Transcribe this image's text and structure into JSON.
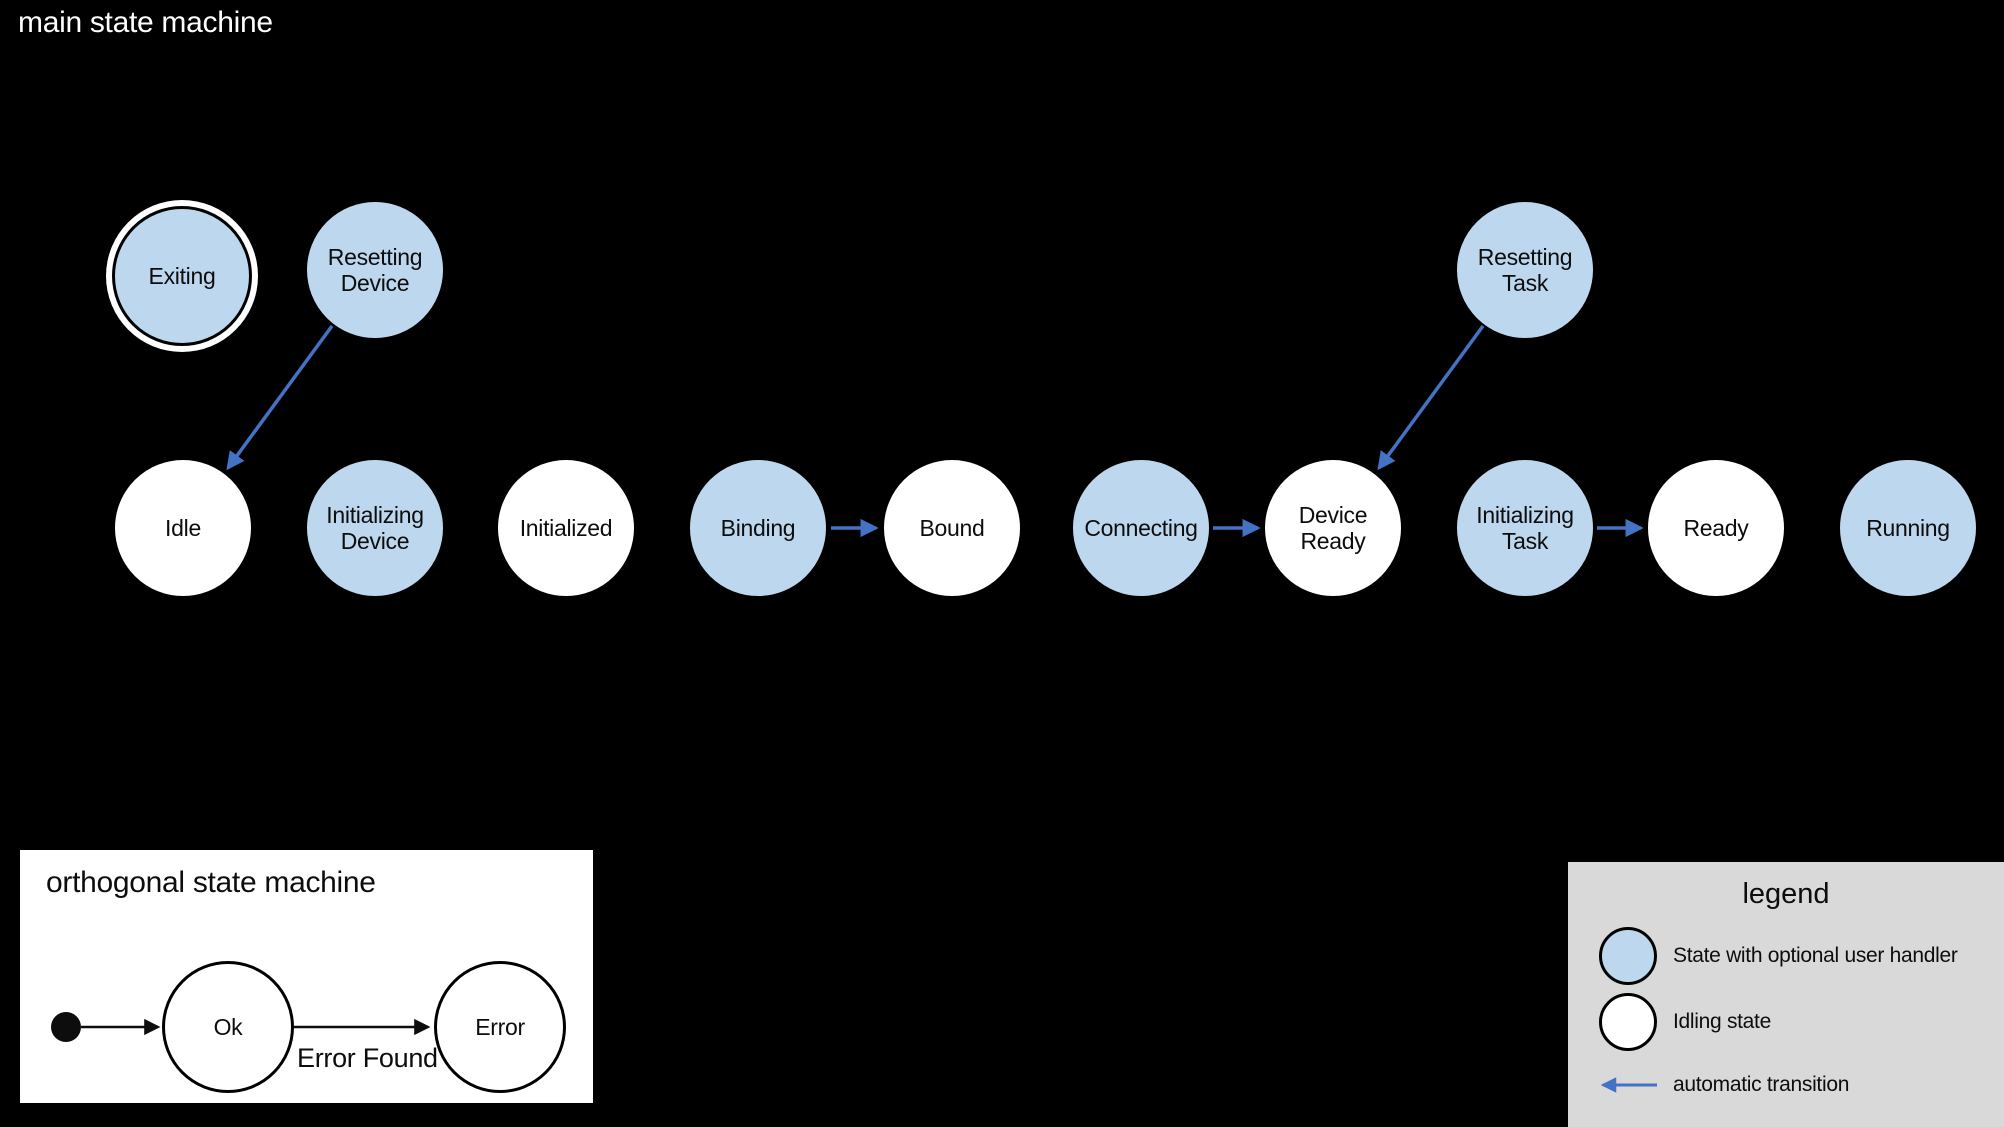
{
  "main_machine": {
    "title": "main state machine",
    "nodes": [
      {
        "id": "exiting",
        "label": "Exiting",
        "kind": "handler",
        "final": true
      },
      {
        "id": "resetting-device",
        "label": "Resetting Device",
        "kind": "handler"
      },
      {
        "id": "resetting-task",
        "label": "Resetting Task",
        "kind": "handler"
      },
      {
        "id": "idle",
        "label": "Idle",
        "kind": "idling"
      },
      {
        "id": "initializing-device",
        "label": "Initializing Device",
        "kind": "handler"
      },
      {
        "id": "initialized",
        "label": "Initialized",
        "kind": "idling"
      },
      {
        "id": "binding",
        "label": "Binding",
        "kind": "handler"
      },
      {
        "id": "bound",
        "label": "Bound",
        "kind": "idling"
      },
      {
        "id": "connecting",
        "label": "Connecting",
        "kind": "handler"
      },
      {
        "id": "device-ready",
        "label": "Device Ready",
        "kind": "idling"
      },
      {
        "id": "initializing-task",
        "label": "Initializing Task",
        "kind": "handler"
      },
      {
        "id": "ready",
        "label": "Ready",
        "kind": "idling"
      },
      {
        "id": "running",
        "label": "Running",
        "kind": "handler"
      }
    ],
    "transitions": [
      {
        "from": "resetting-device",
        "to": "idle"
      },
      {
        "from": "binding",
        "to": "bound"
      },
      {
        "from": "connecting",
        "to": "device-ready"
      },
      {
        "from": "resetting-task",
        "to": "device-ready"
      },
      {
        "from": "initializing-task",
        "to": "ready"
      }
    ]
  },
  "orthogonal_machine": {
    "title": "orthogonal state machine",
    "nodes": [
      {
        "id": "ok",
        "label": "Ok"
      },
      {
        "id": "error",
        "label": "Error"
      }
    ],
    "transitions": [
      {
        "from": "initial",
        "to": "ok",
        "label": ""
      },
      {
        "from": "ok",
        "to": "error",
        "label": "Error Found"
      }
    ]
  },
  "legend": {
    "title": "legend",
    "items": [
      {
        "swatch": "handler-state-circle",
        "label": "State with optional user handler"
      },
      {
        "swatch": "idling-state-circle",
        "label": "Idling state"
      },
      {
        "swatch": "automatic-transition-arrow",
        "label": "automatic transition"
      }
    ]
  },
  "colors": {
    "background": "#000000",
    "handler_state_fill": "#BDD7EE",
    "idling_state_fill": "#FFFFFF",
    "automatic_transition_blue": "#4472C4",
    "legend_background": "#D9D9D9",
    "node_text": "#0D0D0D",
    "main_title_text": "#FFFFFF"
  }
}
